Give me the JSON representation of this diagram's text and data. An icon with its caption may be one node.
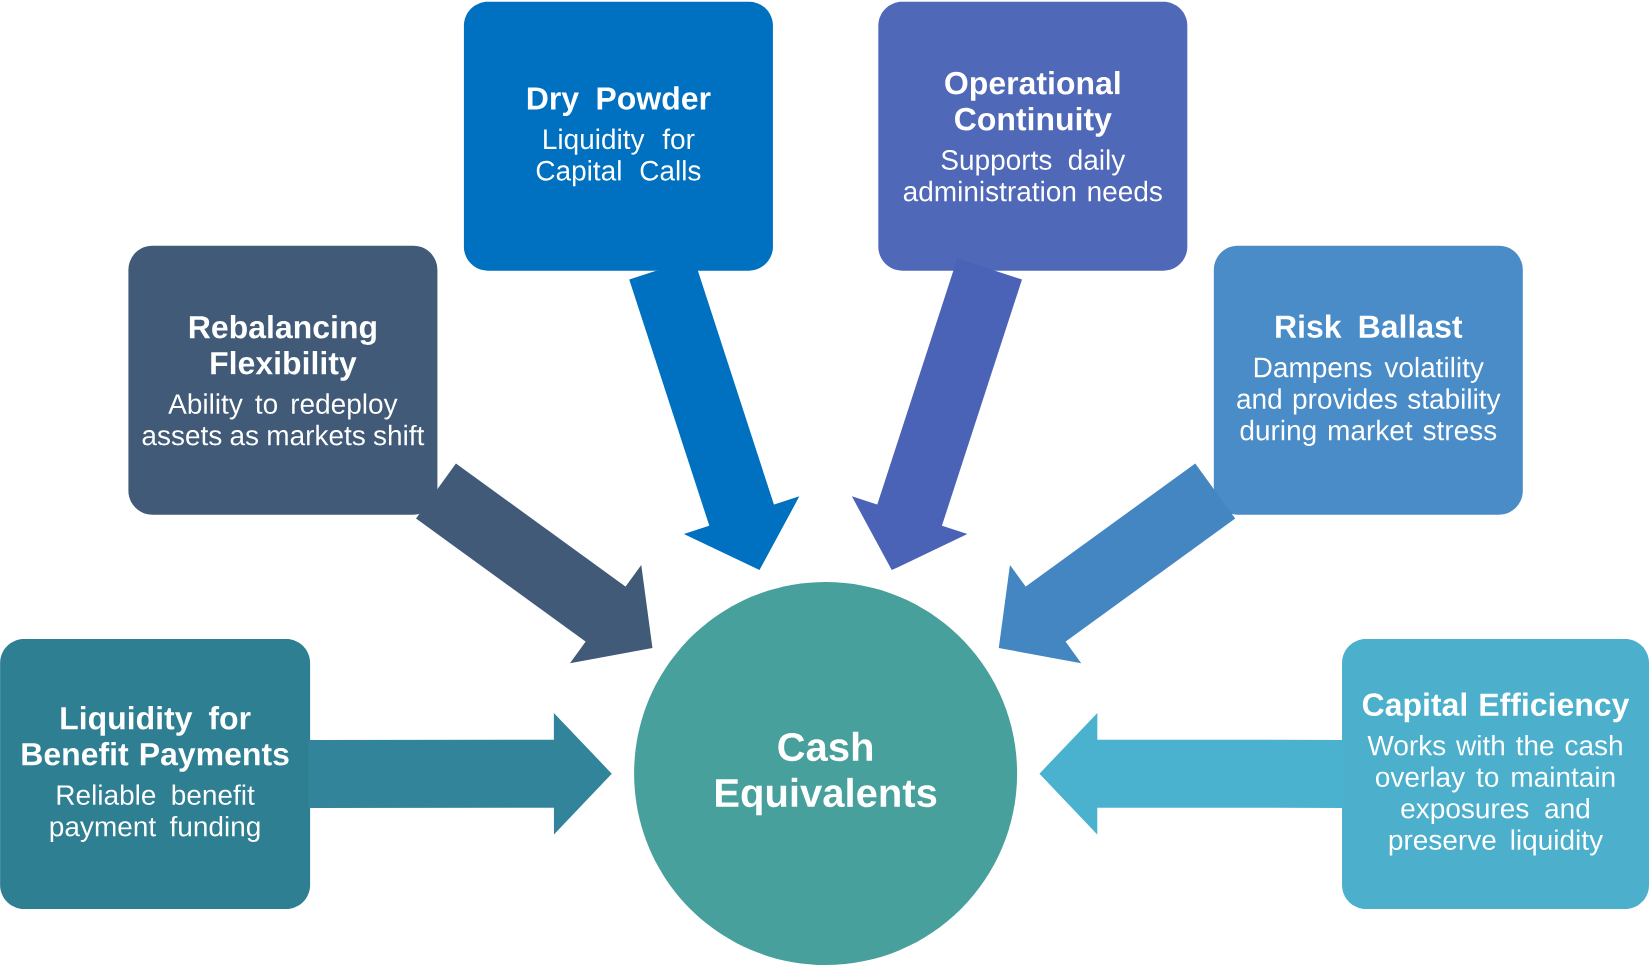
{
  "diagram": {
    "nodes": [
      {
        "text": [
          "Liquidity for Benefit Payments",
          "Reliable benefit payment funding"
        ]
      },
      {
        "text": [
          "Rebalancing Flexibility",
          "Ability to redeploy assets as markets shift"
        ]
      },
      {
        "text": [
          "Dry Powder",
          "Liquidity for Capital Calls"
        ]
      },
      {
        "text": [
          "Operational Continuity",
          "Supports daily administration needs"
        ]
      },
      {
        "text": [
          "Risk Ballast",
          "Dampens volatility and provides stability during market stress"
        ]
      },
      {
        "text": [
          "Capital Efficiency",
          "Works with the cash overlay to maintain exposures and preserve liquidity"
        ]
      },
      {
        "text": [
          "Cash Equivalents"
        ]
      }
    ],
    "edges": [
      {
        "from": 0,
        "to": 6,
        "arrow": "to",
        "color": "#32849a"
      },
      {
        "from": 1,
        "to": 6,
        "arrow": "to",
        "color": "#415a78"
      },
      {
        "from": 2,
        "to": 6,
        "arrow": "to",
        "color": "#0070c0"
      },
      {
        "from": 3,
        "to": 6,
        "arrow": "to",
        "color": "#4a63b6"
      },
      {
        "from": 4,
        "to": 6,
        "arrow": "to",
        "color": "#4386c2"
      },
      {
        "from": 5,
        "to": 6,
        "arrow": "to",
        "color": "#4ab2cf"
      }
    ]
  }
}
